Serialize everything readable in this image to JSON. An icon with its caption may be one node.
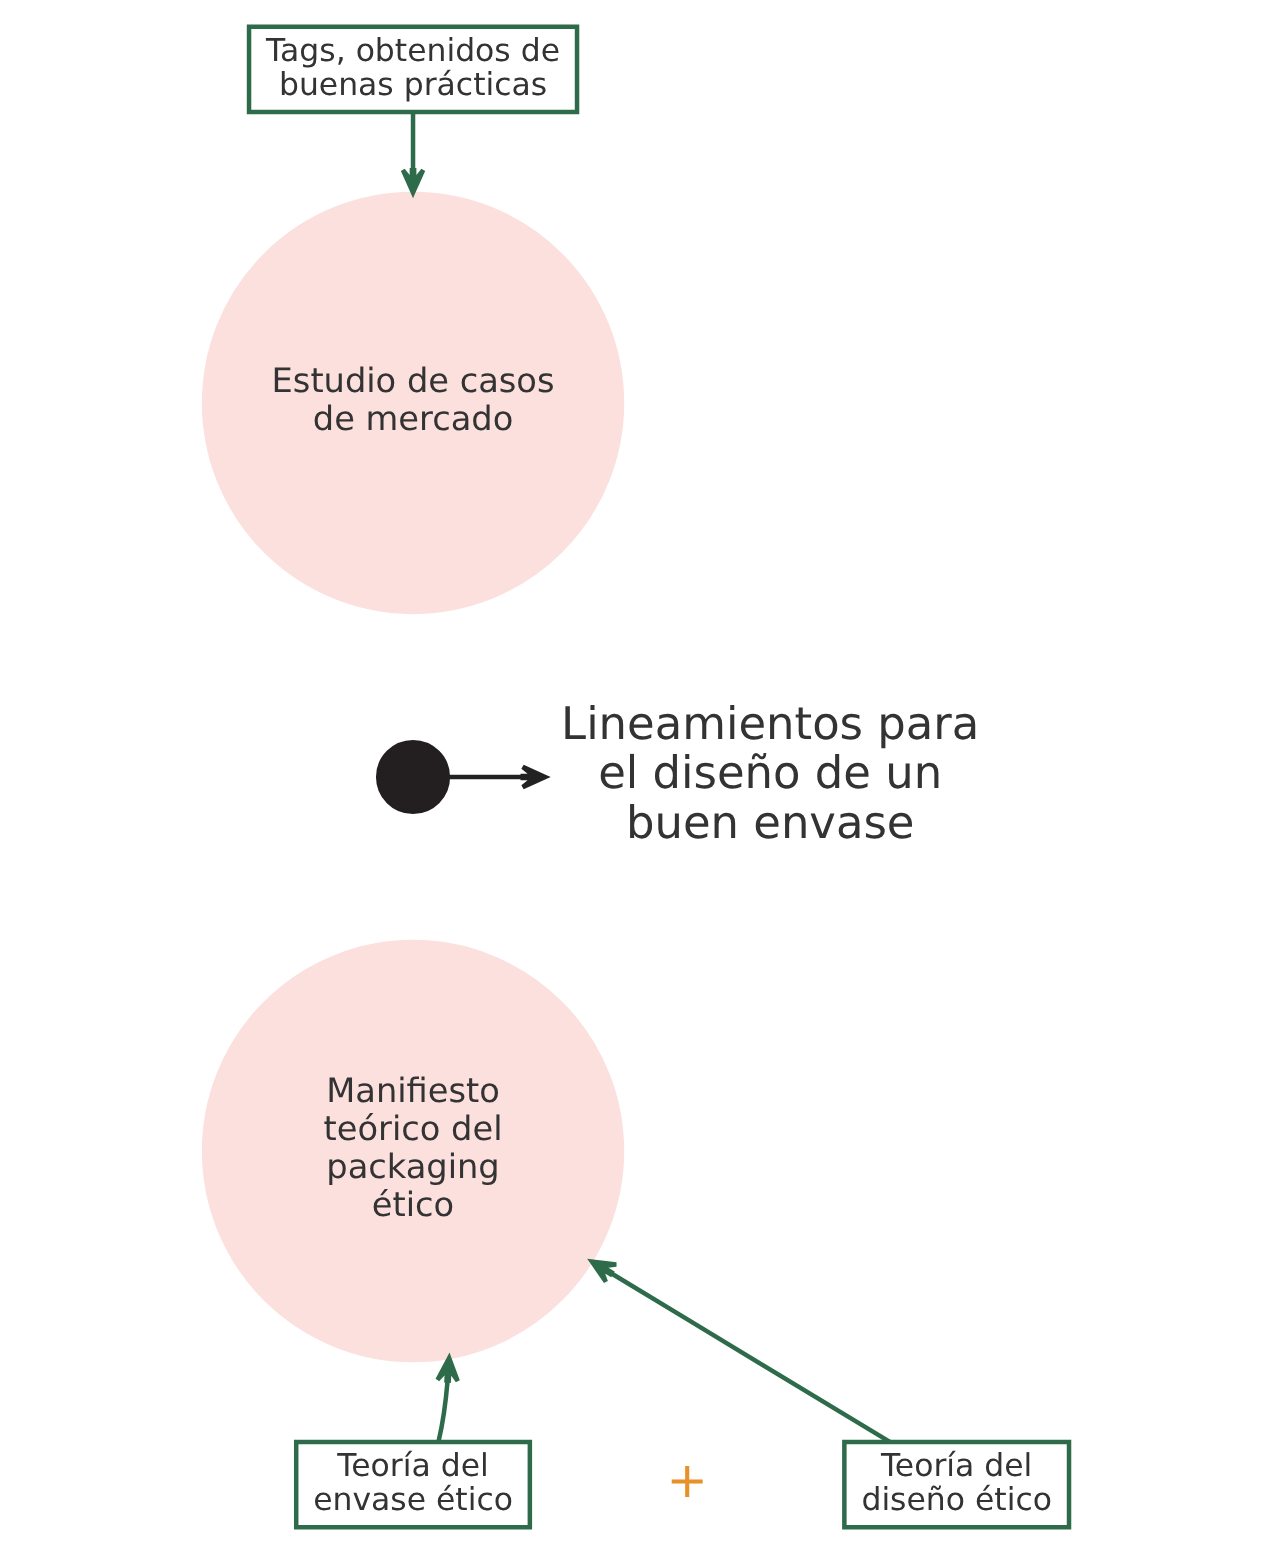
{
  "diagram": {
    "nodes": [
      {
        "text": [
          "Estudio de casos de mercado"
        ]
      },
      {
        "text": [
          "Manifiesto teórico del packaging ético"
        ]
      },
      {
        "text": [],
        "shape": "circle"
      },
      {
        "text": [
          "Lineamientos para el diseño de un buen envase"
        ]
      },
      {
        "text": [
          "Tags, obtenidos de buenas prácticas"
        ]
      },
      {
        "text": [
          "Teoría del envase ético"
        ]
      },
      {
        "text": [
          "Teoría del diseño ético"
        ]
      }
    ],
    "edges": [
      {
        "from": 2,
        "to": 3,
        "arrow": "to",
        "color": "#222222"
      },
      {
        "from": 4,
        "to": 0,
        "arrow": "to"
      },
      {
        "from": 5,
        "to": 1,
        "arrow": "to"
      },
      {
        "from": 6,
        "to": 1,
        "arrow": "to"
      }
    ],
    "labels": [
      "+"
    ]
  }
}
